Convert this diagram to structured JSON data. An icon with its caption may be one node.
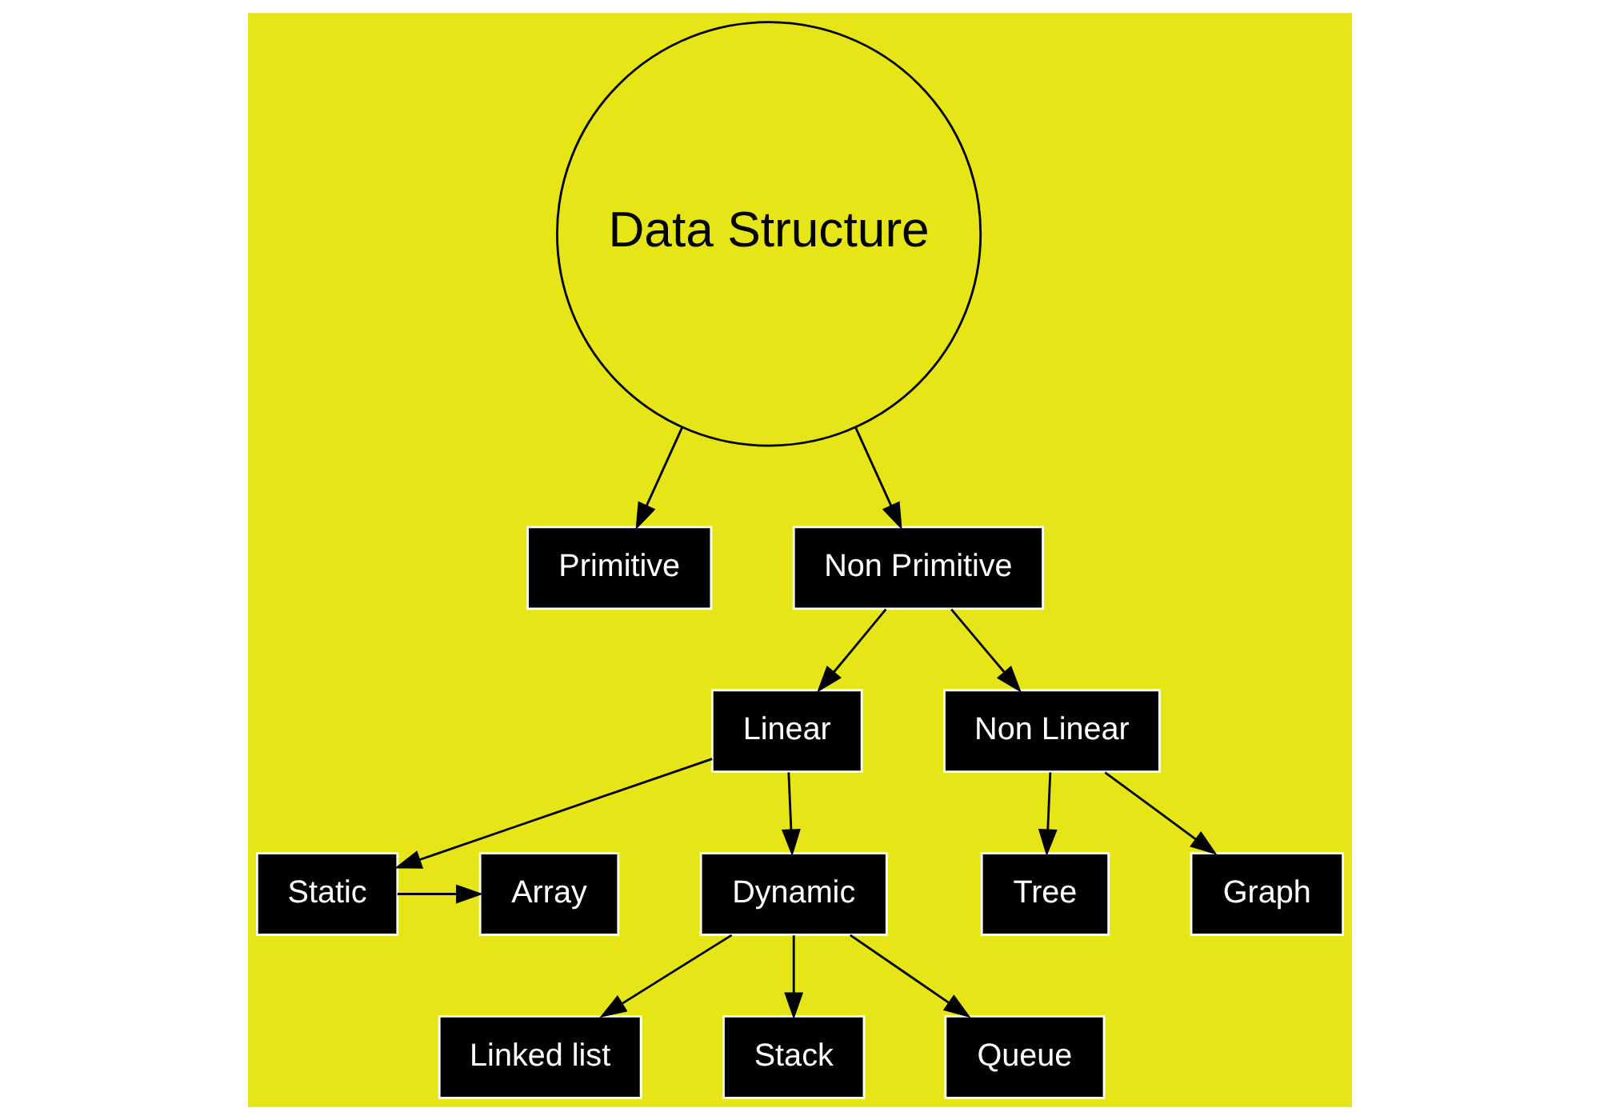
{
  "diagram": {
    "nodes": [
      {
        "text": [
          "Data Structure"
        ]
      },
      {
        "text": [
          "Primitive"
        ]
      },
      {
        "text": [
          "Non Primitive"
        ]
      },
      {
        "text": [
          "Linear"
        ]
      },
      {
        "text": [
          "Non Linear"
        ]
      },
      {
        "text": [
          "Static"
        ]
      },
      {
        "text": [
          "Dynamic"
        ]
      },
      {
        "text": [
          "Tree"
        ]
      },
      {
        "text": [
          "Graph"
        ]
      },
      {
        "text": [
          "Array"
        ]
      },
      {
        "text": [
          "Linked list"
        ]
      },
      {
        "text": [
          "Stack"
        ]
      },
      {
        "text": [
          "Queue"
        ]
      }
    ],
    "edges": [
      {
        "from": 0,
        "to": 1,
        "arrow": "to"
      },
      {
        "from": 0,
        "to": 2,
        "arrow": "to"
      },
      {
        "from": 2,
        "to": 3,
        "arrow": "to"
      },
      {
        "from": 2,
        "to": 4,
        "arrow": "to"
      },
      {
        "from": 3,
        "to": 5,
        "arrow": "to"
      },
      {
        "from": 3,
        "to": 6,
        "arrow": "to"
      },
      {
        "from": 4,
        "to": 7,
        "arrow": "to"
      },
      {
        "from": 4,
        "to": 8,
        "arrow": "to"
      },
      {
        "from": 5,
        "to": 9,
        "arrow": "to"
      },
      {
        "from": 6,
        "to": 10,
        "arrow": "to"
      },
      {
        "from": 6,
        "to": 11,
        "arrow": "to"
      },
      {
        "from": 6,
        "to": 12,
        "arrow": "to"
      }
    ]
  }
}
